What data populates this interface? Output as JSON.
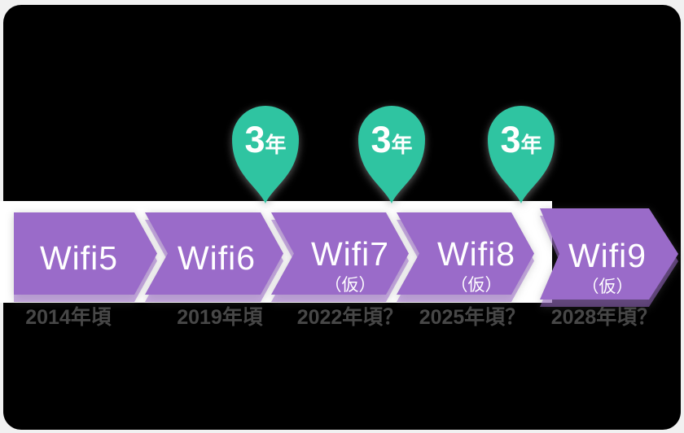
{
  "diagram": {
    "title": "Wifi generation release timeline",
    "arrows": [
      {
        "label": "Wifi5",
        "sub": "",
        "year": "2014年頃"
      },
      {
        "label": "Wifi6",
        "sub": "",
        "year": "2019年頃"
      },
      {
        "label": "Wifi7",
        "sub": "（仮）",
        "year": "2022年頃？"
      },
      {
        "label": "Wifi8",
        "sub": "（仮）",
        "year": "2025年頃？"
      },
      {
        "label": "Wifi9",
        "sub": "（仮）",
        "year": "2028年頃？"
      }
    ],
    "markers": [
      {
        "value": "3",
        "unit": "年"
      },
      {
        "value": "3",
        "unit": "年"
      },
      {
        "value": "3",
        "unit": "年"
      }
    ]
  },
  "colors": {
    "page_background": "#f1f1f1",
    "panel_background": "#000000",
    "arrow_fill": "#9a6bc9",
    "marker_fill": "#2fc4a1",
    "arrow_text": "#ffffff",
    "year_text": "#474747",
    "backing_strip": "#ffffff"
  }
}
